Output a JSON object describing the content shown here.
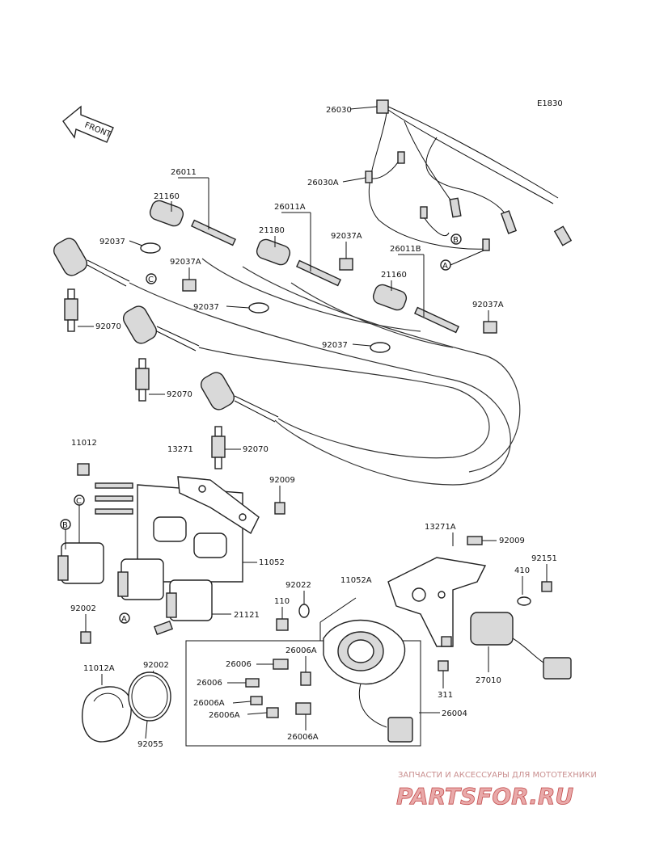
{
  "diagram": {
    "code": "E1830",
    "front_label": "FRONT",
    "circle_markers": [
      "A",
      "B",
      "C"
    ],
    "part_numbers": [
      "26030",
      "26030A",
      "26011",
      "21160",
      "26011A",
      "21180",
      "92037",
      "92037A",
      "26011B",
      "21160",
      "92037A",
      "92037A",
      "92037",
      "92037",
      "92070",
      "92070",
      "92070",
      "11012",
      "13271",
      "92009",
      "11052",
      "92002",
      "21121",
      "13271A",
      "92009",
      "92151",
      "410",
      "92022",
      "11052A",
      "110",
      "26006",
      "26006A",
      "26006",
      "26006A",
      "26006A",
      "26006A",
      "26004",
      "27010",
      "311",
      "11012A",
      "92002",
      "92055"
    ]
  },
  "watermark": {
    "caption": "ЗАПЧАСТИ И АКСЕССУАРЫ ДЛЯ МОТОТЕХНИКИ",
    "brand": "PARTSFOR.RU"
  }
}
